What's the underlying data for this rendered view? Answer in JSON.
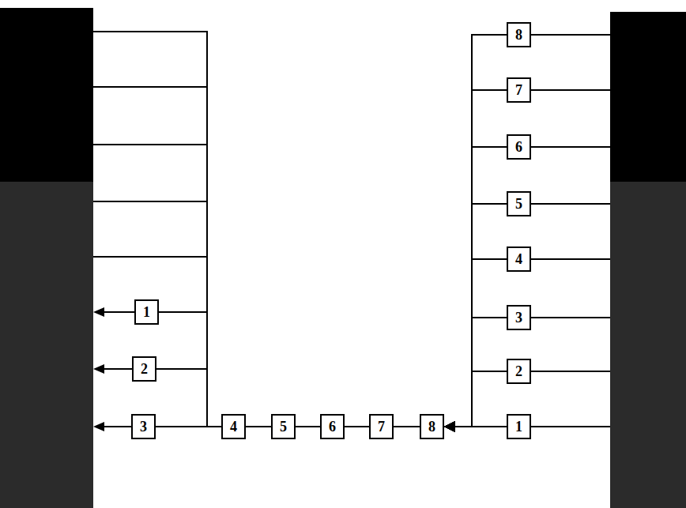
{
  "diagram": {
    "nodes": [
      {
        "text": [
          "1"
        ]
      },
      {
        "text": [
          "2"
        ]
      },
      {
        "text": [
          "3"
        ]
      },
      {
        "text": [
          "4"
        ]
      },
      {
        "text": [
          "5"
        ]
      },
      {
        "text": [
          "6"
        ]
      },
      {
        "text": [
          "7"
        ]
      },
      {
        "text": [
          "8"
        ]
      },
      {
        "text": [
          "8"
        ]
      },
      {
        "text": [
          "7"
        ]
      },
      {
        "text": [
          "6"
        ]
      },
      {
        "text": [
          "5"
        ]
      },
      {
        "text": [
          "4"
        ]
      },
      {
        "text": [
          "3"
        ]
      },
      {
        "text": [
          "2"
        ]
      },
      {
        "text": [
          "1"
        ]
      }
    ],
    "edges": [
      {
        "from": 3,
        "to": 0,
        "arrow": "none"
      },
      {
        "from": 3,
        "to": 1,
        "arrow": "none"
      },
      {
        "from": 3,
        "to": 2,
        "arrow": "none"
      },
      {
        "from": 4,
        "to": 3,
        "arrow": "none"
      },
      {
        "from": 5,
        "to": 4,
        "arrow": "none"
      },
      {
        "from": 6,
        "to": 5,
        "arrow": "none"
      },
      {
        "from": 7,
        "to": 6,
        "arrow": "none"
      },
      {
        "from": 8,
        "to": 7,
        "arrow": "to"
      },
      {
        "from": 9,
        "to": 7,
        "arrow": "to"
      },
      {
        "from": 10,
        "to": 7,
        "arrow": "to"
      },
      {
        "from": 11,
        "to": 7,
        "arrow": "to"
      },
      {
        "from": 12,
        "to": 7,
        "arrow": "to"
      },
      {
        "from": 13,
        "to": 7,
        "arrow": "to"
      },
      {
        "from": 14,
        "to": 7,
        "arrow": "to"
      },
      {
        "from": 15,
        "to": 7,
        "arrow": "to"
      }
    ]
  }
}
